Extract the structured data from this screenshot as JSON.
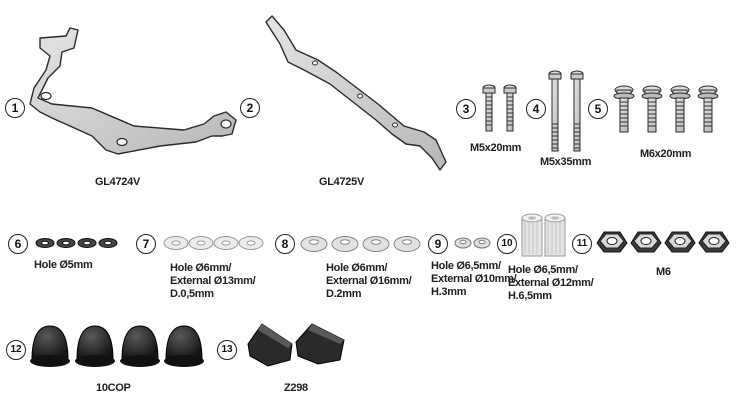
{
  "items": [
    {
      "num": "1"
    },
    {
      "num": "2"
    },
    {
      "num": "3"
    },
    {
      "num": "4"
    },
    {
      "num": "5"
    },
    {
      "num": "6"
    },
    {
      "num": "7"
    },
    {
      "num": "8"
    },
    {
      "num": "9"
    },
    {
      "num": "10"
    },
    {
      "num": "11"
    },
    {
      "num": "12"
    },
    {
      "num": "13"
    }
  ],
  "labels": {
    "gl4724v": "GL4724V",
    "gl4725v": "GL4725V",
    "m5x20": "M5x20mm",
    "m5x35": "M5x35mm",
    "m6x20": "M6x20mm",
    "hole5": "Hole Ø5mm",
    "washer13": "Hole Ø6mm/\nExternal Ø13mm/\nD.0,5mm",
    "washer16": "Hole Ø6mm/\nExternal Ø16mm/\nD.2mm",
    "washer10": "Hole Ø6,5mm/\nExternal Ø10mm/\nH.3mm",
    "spacer12": "Hole Ø6,5mm/\nExternal Ø12mm/\nH.6,5mm",
    "m6": "M6",
    "cop": "10COP",
    "z298": "Z298"
  },
  "colors": {
    "metal": "#d4d4d4",
    "outline": "#2a2a2a",
    "cap": "#1e1e1e",
    "washer": "#e6e6e6"
  }
}
